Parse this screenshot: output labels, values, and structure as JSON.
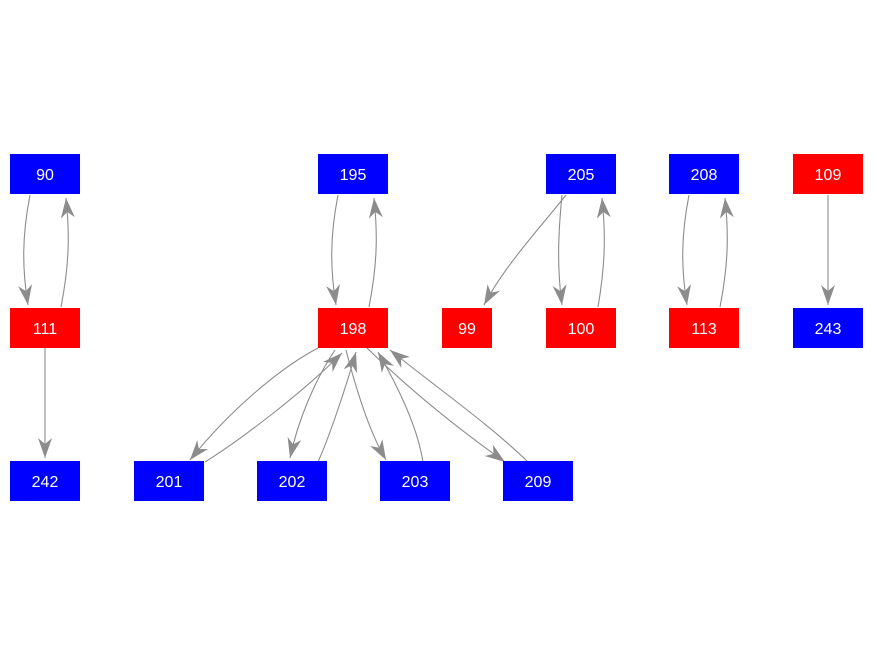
{
  "colors": {
    "red": "#ff0000",
    "blue": "#0000ff",
    "edge": "#8c8c8c",
    "label": "#ffffff"
  },
  "nodes": [
    {
      "id": "90",
      "label": "90",
      "color": "blue"
    },
    {
      "id": "195",
      "label": "195",
      "color": "blue"
    },
    {
      "id": "205",
      "label": "205",
      "color": "blue"
    },
    {
      "id": "208",
      "label": "208",
      "color": "blue"
    },
    {
      "id": "109",
      "label": "109",
      "color": "red"
    },
    {
      "id": "111",
      "label": "111",
      "color": "red"
    },
    {
      "id": "198",
      "label": "198",
      "color": "red"
    },
    {
      "id": "99",
      "label": "99",
      "color": "red"
    },
    {
      "id": "100",
      "label": "100",
      "color": "red"
    },
    {
      "id": "113",
      "label": "113",
      "color": "red"
    },
    {
      "id": "243",
      "label": "243",
      "color": "blue"
    },
    {
      "id": "242",
      "label": "242",
      "color": "blue"
    },
    {
      "id": "201",
      "label": "201",
      "color": "blue"
    },
    {
      "id": "202",
      "label": "202",
      "color": "blue"
    },
    {
      "id": "203",
      "label": "203",
      "color": "blue"
    },
    {
      "id": "209",
      "label": "209",
      "color": "blue"
    }
  ],
  "edges": [
    {
      "from": "90",
      "to": "111"
    },
    {
      "from": "111",
      "to": "90"
    },
    {
      "from": "111",
      "to": "242"
    },
    {
      "from": "195",
      "to": "198"
    },
    {
      "from": "198",
      "to": "195"
    },
    {
      "from": "198",
      "to": "201"
    },
    {
      "from": "201",
      "to": "198"
    },
    {
      "from": "198",
      "to": "202"
    },
    {
      "from": "202",
      "to": "198"
    },
    {
      "from": "198",
      "to": "203"
    },
    {
      "from": "203",
      "to": "198"
    },
    {
      "from": "198",
      "to": "209"
    },
    {
      "from": "209",
      "to": "198"
    },
    {
      "from": "205",
      "to": "99"
    },
    {
      "from": "205",
      "to": "100"
    },
    {
      "from": "100",
      "to": "205"
    },
    {
      "from": "208",
      "to": "113"
    },
    {
      "from": "113",
      "to": "208"
    },
    {
      "from": "109",
      "to": "243"
    }
  ]
}
